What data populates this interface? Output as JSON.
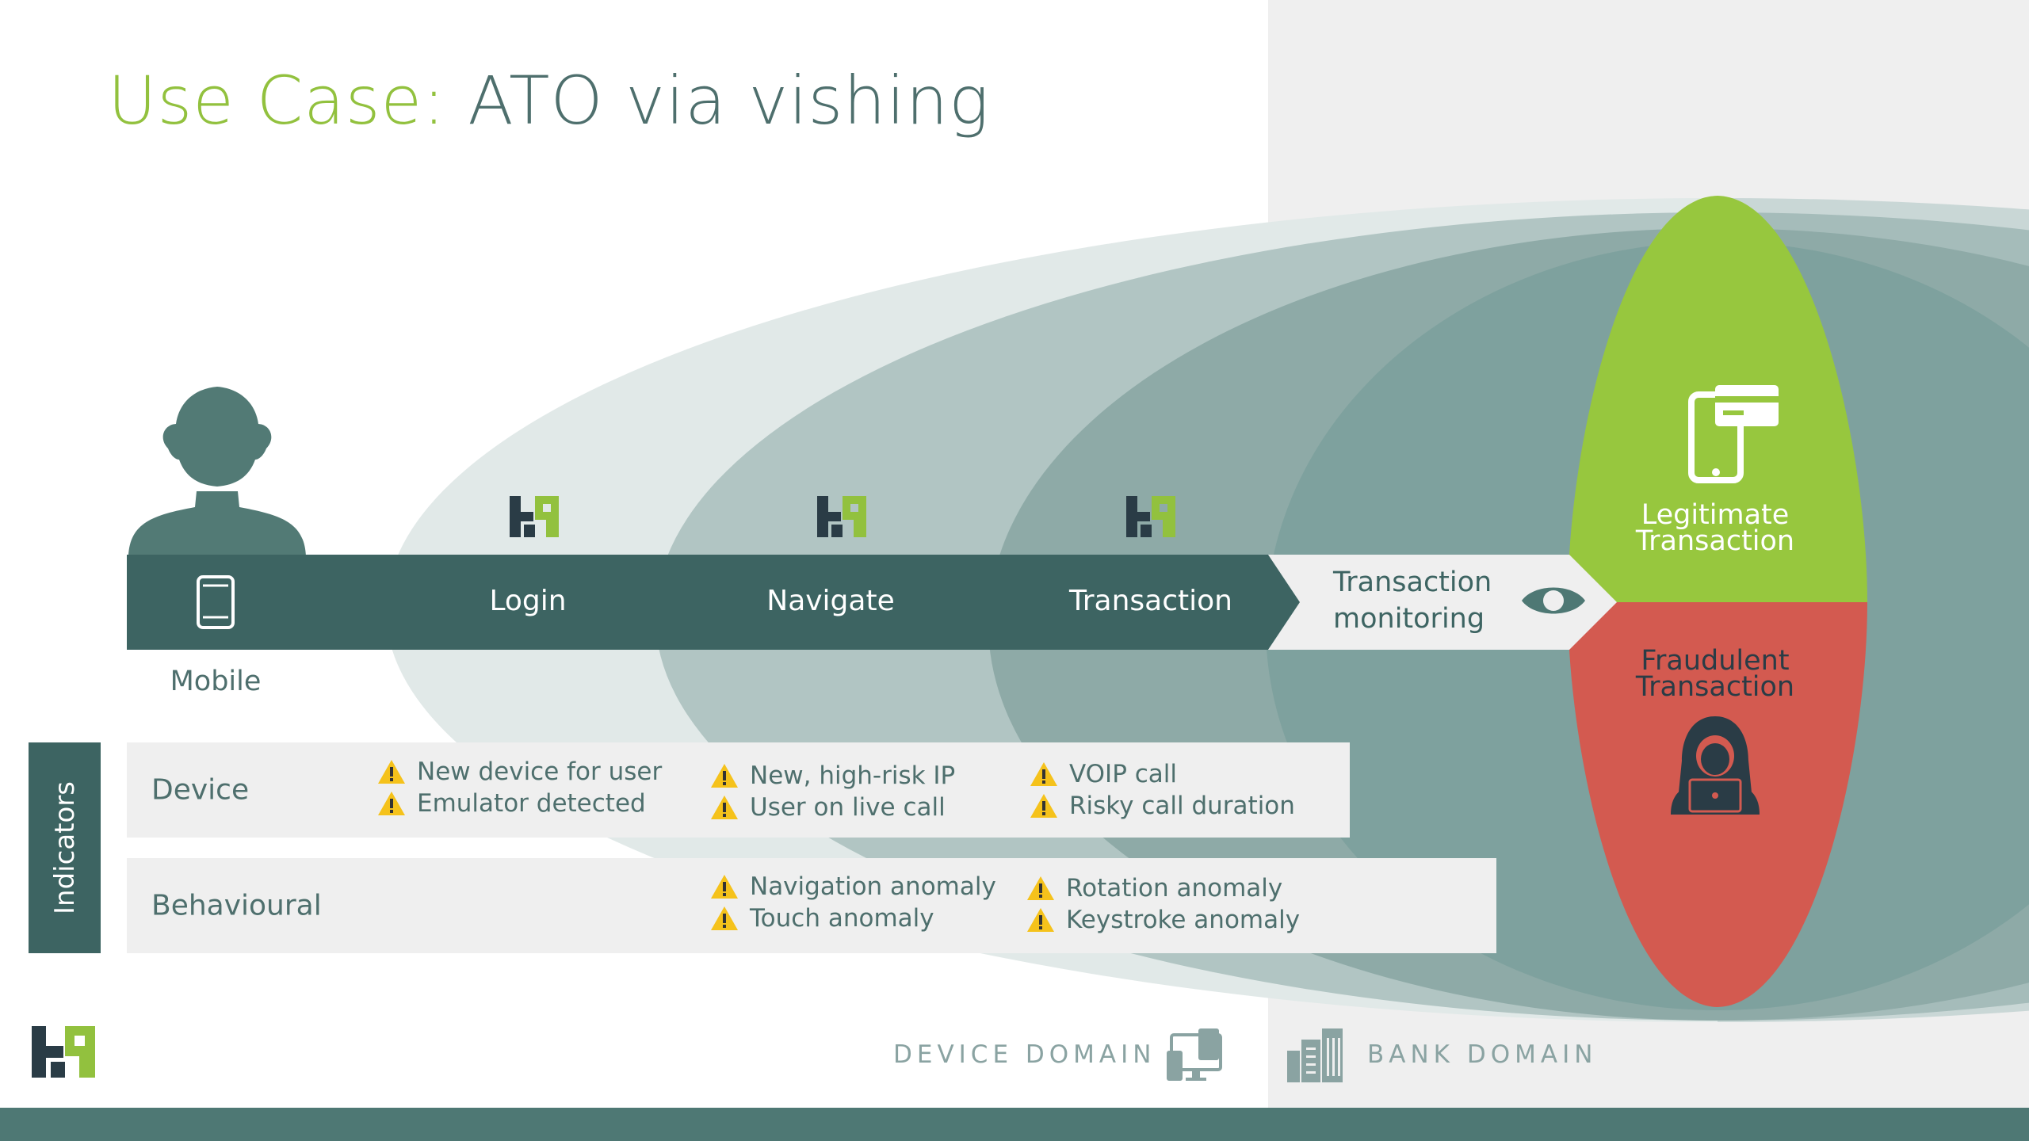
{
  "title": {
    "prefix": "Use Case:",
    "main": "ATO via vishing"
  },
  "flow": {
    "steps": [
      "Login",
      "Navigate",
      "Transaction"
    ],
    "monitoring_line1": "Transaction",
    "monitoring_line2": "monitoring",
    "mobile_label": "Mobile"
  },
  "indicators": {
    "tab_label": "Indicators",
    "device": {
      "label": "Device",
      "groups": [
        [
          "New device for user",
          "Emulator detected"
        ],
        [
          "New, high-risk IP",
          "User on live call"
        ],
        [
          "VOIP call",
          "Risky call duration"
        ]
      ]
    },
    "behavioural": {
      "label": "Behavioural",
      "groups": [
        [
          "Navigation anomaly",
          "Touch anomaly"
        ],
        [
          "Rotation anomaly",
          "Keystroke anomaly"
        ]
      ]
    }
  },
  "outcomes": {
    "legitimate_line1": "Legitimate",
    "legitimate_line2": "Transaction",
    "fraudulent_line1": "Fraudulent",
    "fraudulent_line2": "Transaction"
  },
  "domains": {
    "device": "DEVICE DOMAIN",
    "bank": "BANK DOMAIN"
  },
  "icons": [
    "person-icon",
    "mobile-phone-icon",
    "brand-logo-icon",
    "eye-icon",
    "phone-card-icon",
    "hacker-icon",
    "warning-icon",
    "devices-icon",
    "bank-building-icon"
  ],
  "colors": {
    "dark_teal": "#3d6462",
    "green": "#92c13e",
    "red": "#d35a50",
    "warning": "#f5c21b",
    "light_grey": "#efefef"
  }
}
